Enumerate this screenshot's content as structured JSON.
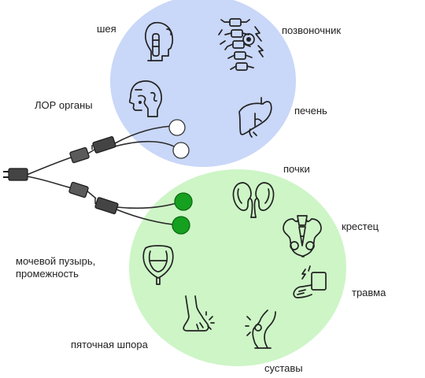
{
  "zones": {
    "upper": {
      "color": "#c9d7f8",
      "electrode_color": "#ffffff"
    },
    "lower": {
      "color": "#cdf5c6",
      "electrode_color": "#16a01f"
    }
  },
  "labels": {
    "neck": "шея",
    "spine": "позвоночник",
    "ent": "ЛОР органы",
    "liver": "печень",
    "kidneys": "почки",
    "sacrum": "крестец",
    "bladder": "мочевой пузырь, промежность",
    "trauma": "травма",
    "heel_spur": "пяточная шпора",
    "joints": "суставы"
  },
  "icons": [
    "neck-icon",
    "spine-icon",
    "ent-icon",
    "liver-icon",
    "kidneys-icon",
    "sacrum-icon",
    "bladder-icon",
    "trauma-icon",
    "heel-spur-icon",
    "joints-icon"
  ]
}
